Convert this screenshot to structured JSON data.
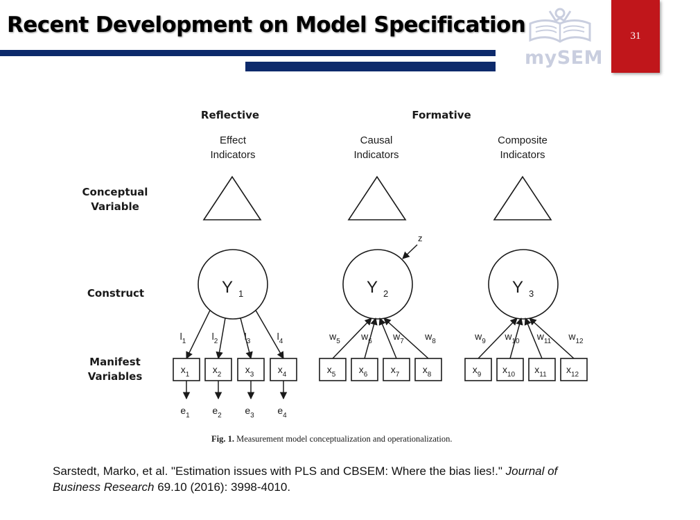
{
  "slide": {
    "title": "Recent Development on Model Specification",
    "page_number": "31",
    "logo_text": "mySEM",
    "colors": {
      "accent_blue": "#0d2a6b",
      "accent_red": "#c0161b",
      "logo_gray": "#c9cedf"
    }
  },
  "figure": {
    "headers": {
      "reflective": "Reflective",
      "formative": "Formative"
    },
    "columns": [
      {
        "line1": "Effect",
        "line2": "Indicators"
      },
      {
        "line1": "Causal",
        "line2": "Indicators"
      },
      {
        "line1": "Composite",
        "line2": "Indicators"
      }
    ],
    "row_labels": {
      "conceptual_1": "Conceptual",
      "conceptual_2": "Variable",
      "construct": "Construct",
      "manifest_1": "Manifest",
      "manifest_2": "Variables"
    },
    "constructs": [
      {
        "letter": "Y",
        "sub": "1"
      },
      {
        "letter": "Y",
        "sub": "2"
      },
      {
        "letter": "Y",
        "sub": "3"
      }
    ],
    "disturbance": "z",
    "path_labels": [
      {
        "base": "l",
        "sub": "1"
      },
      {
        "base": "l",
        "sub": "2"
      },
      {
        "base": "l",
        "sub": "3"
      },
      {
        "base": "l",
        "sub": "4"
      },
      {
        "base": "w",
        "sub": "5"
      },
      {
        "base": "w",
        "sub": "6"
      },
      {
        "base": "w",
        "sub": "7"
      },
      {
        "base": "w",
        "sub": "8"
      },
      {
        "base": "w",
        "sub": "9"
      },
      {
        "base": "w",
        "sub": "10"
      },
      {
        "base": "w",
        "sub": "11"
      },
      {
        "base": "w",
        "sub": "12"
      }
    ],
    "indicators": [
      {
        "base": "x",
        "sub": "1"
      },
      {
        "base": "x",
        "sub": "2"
      },
      {
        "base": "x",
        "sub": "3"
      },
      {
        "base": "x",
        "sub": "4"
      },
      {
        "base": "x",
        "sub": "5"
      },
      {
        "base": "x",
        "sub": "6"
      },
      {
        "base": "x",
        "sub": "7"
      },
      {
        "base": "x",
        "sub": "8"
      },
      {
        "base": "x",
        "sub": "9"
      },
      {
        "base": "x",
        "sub": "10"
      },
      {
        "base": "x",
        "sub": "11"
      },
      {
        "base": "x",
        "sub": "12"
      }
    ],
    "errors": [
      {
        "base": "e",
        "sub": "1"
      },
      {
        "base": "e",
        "sub": "2"
      },
      {
        "base": "e",
        "sub": "3"
      },
      {
        "base": "e",
        "sub": "4"
      }
    ],
    "caption_label": "Fig. 1.",
    "caption_text": " Measurement model conceptualization and operationalization."
  },
  "citation": {
    "authors_title": "Sarstedt, Marko, et al. \"Estimation issues with PLS and CBSEM: Where the bias lies!.\" ",
    "journal": "Journal of Business Research",
    "details": " 69.10 (2016): 3998-4010."
  }
}
